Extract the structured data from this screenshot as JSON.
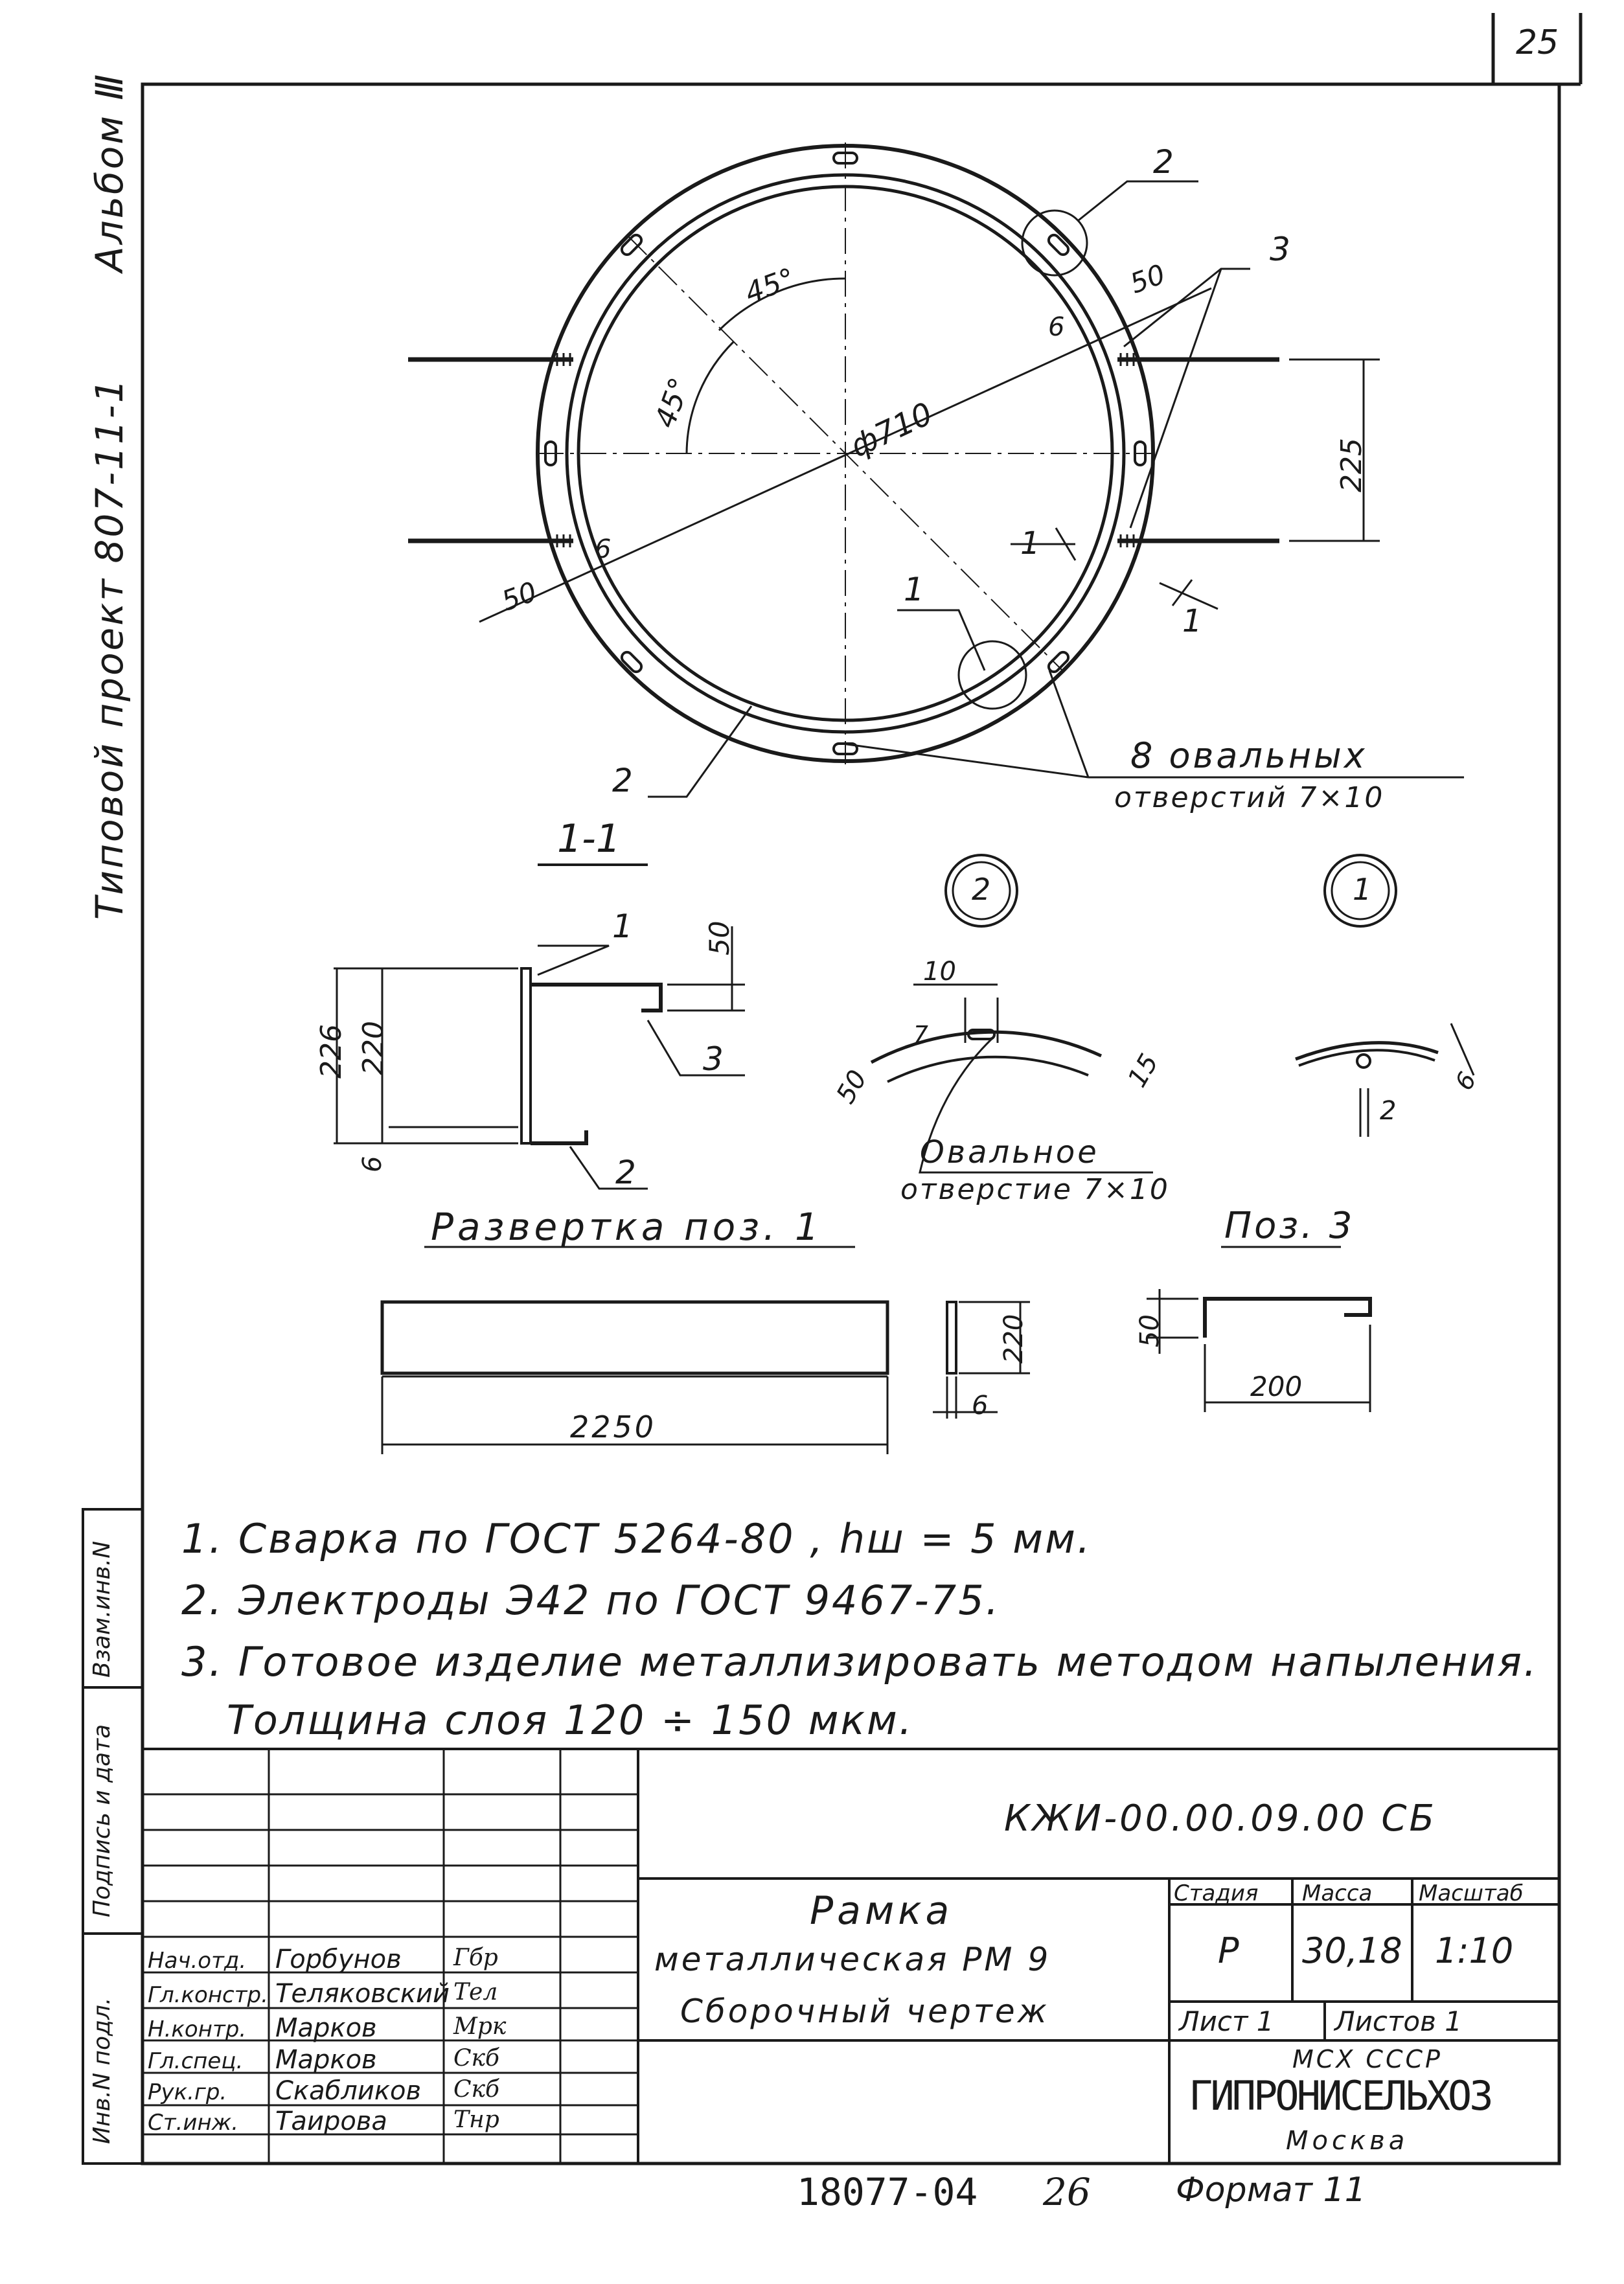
{
  "page_number": "25",
  "side_title": {
    "project": "Типовой проект 807-11-1",
    "album": "Альбом Ⅲ"
  },
  "main_view": {
    "diameter": "ф710",
    "angle_1": "45°",
    "angle_2": "45°",
    "callout_1": "1",
    "callout_2a": "2",
    "callout_2b": "2",
    "callout_3": "3",
    "dim_50_top": "50",
    "dim_50_left": "50",
    "dim_6_top": "6",
    "dim_6_left": "6",
    "dim_225": "225",
    "section_mark_a": "1",
    "section_mark_b": "1",
    "holes_label_1": "8 овальных",
    "holes_label_2": "отверстий 7×10"
  },
  "section_view": {
    "title": "1-1",
    "callout_1": "1",
    "callout_2": "2",
    "callout_3": "3",
    "dim_226": "226",
    "dim_220": "220",
    "dim_50": "50",
    "dim_6": "6"
  },
  "detail_2": {
    "mark": "2",
    "dim_10": "10",
    "dim_7": "7",
    "dim_50": "50",
    "dim_15": "15",
    "hole_label_1": "Овальное",
    "hole_label_2": "отверстие 7×10"
  },
  "detail_1": {
    "mark": "1",
    "dim_6": "6",
    "dim_2": "2"
  },
  "development": {
    "title": "Развертка поз. 1",
    "length": "2250",
    "height": "220",
    "thickness": "6"
  },
  "pos3": {
    "title": "Поз. 3",
    "dim_50": "50",
    "dim_200": "200"
  },
  "notes": [
    "1. Сварка по ГОСТ 5264-80 , hш = 5 мм.",
    "2. Электроды Э42 по ГОСТ 9467-75.",
    "3. Готовое изделие металлизировать методом напыления.",
    "Толщина слоя 120 ÷ 150 мкм."
  ],
  "left_strip": {
    "inv_orig": "Инв.N подл.",
    "sign_date": "Подпись и дата",
    "inv_repl": "Взам.инв.N"
  },
  "title_block": {
    "doc_code": "КЖИ-00.00.09.00 СБ",
    "name_1": "Рамка",
    "name_2": "металлическая РМ 9",
    "name_3": "Сборочный чертеж",
    "stage_h": "Стадия",
    "mass_h": "Масса",
    "scale_h": "Масштаб",
    "stage": "Р",
    "mass": "30,18",
    "scale": "1:10",
    "sheet": "Лист 1",
    "sheets": "Листов 1",
    "org_1": "МСХ СССР",
    "org_2": "ГИПРОНИСЕЛЬХОЗ",
    "org_3": "Москва",
    "staff": [
      {
        "role": "Нач.отд.",
        "name": "Горбунов",
        "sign": "Гбр"
      },
      {
        "role": "Гл.констр.",
        "name": "Теляковский",
        "sign": "Тел"
      },
      {
        "role": "Н.контр.",
        "name": "Марков",
        "sign": "Мрк"
      },
      {
        "role": "Гл.спец.",
        "name": "Марков",
        "sign": "Скб"
      },
      {
        "role": "Рук.гр.",
        "name": "Скабликов",
        "sign": "Скб"
      },
      {
        "role": "Ст.инж.",
        "name": "Таирова",
        "sign": "Тнр"
      }
    ]
  },
  "footer": {
    "archive": "18077-04",
    "page": "26",
    "format": "Формат 11"
  }
}
